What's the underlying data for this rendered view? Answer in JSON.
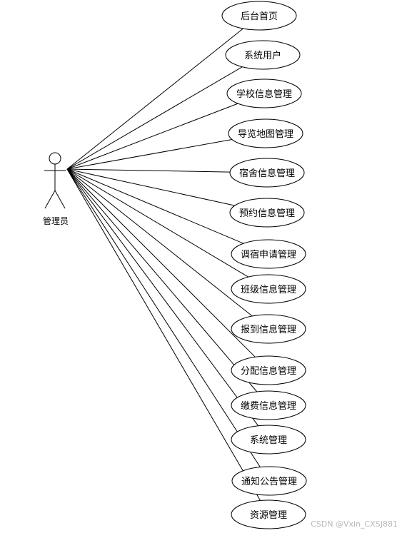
{
  "diagram": {
    "actor": {
      "name": "管理员"
    },
    "use_cases": [
      {
        "label": "后台首页"
      },
      {
        "label": "系统用户"
      },
      {
        "label": "学校信息管理"
      },
      {
        "label": "导览地图管理"
      },
      {
        "label": "宿舍信息管理"
      },
      {
        "label": "预约信息管理"
      },
      {
        "label": "调宿申请管理"
      },
      {
        "label": "班级信息管理"
      },
      {
        "label": "报到信息管理"
      },
      {
        "label": "分配信息管理"
      },
      {
        "label": "缴费信息管理"
      },
      {
        "label": "系统管理"
      },
      {
        "label": "通知公告管理"
      },
      {
        "label": "资源管理"
      }
    ]
  },
  "watermark": "CSDN @Vxin_CXSJ881"
}
